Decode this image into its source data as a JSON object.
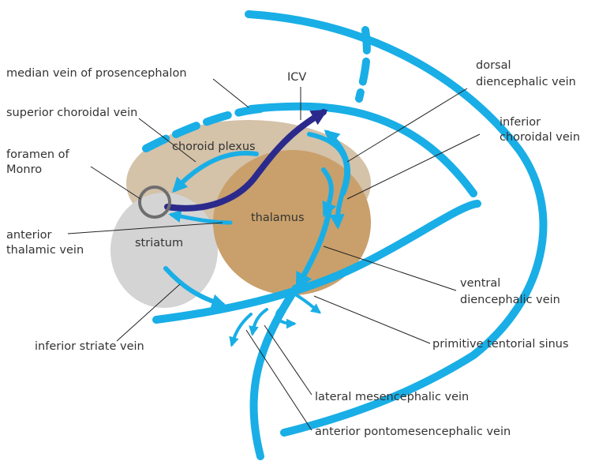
{
  "diagram": {
    "structures": {
      "choroid_plexus": "choroid plexus",
      "thalamus": "thalamus",
      "striatum": "striatum",
      "icv": "ICV"
    },
    "labels": {
      "median_vein": "median vein of prosencephalon",
      "superior_choroidal": "superior  choroidal vein",
      "foramen_line1": "foramen of",
      "foramen_line2": "Monro",
      "anterior_thalamic_line1": "anterior",
      "anterior_thalamic_line2": "thalamic vein",
      "inferior_striate": "inferior striate vein",
      "dorsal_line1": "dorsal",
      "dorsal_line2": "diencephalic  vein",
      "inferior_choroidal_line1": "inferior",
      "inferior_choroidal_line2": "choroidal vein",
      "ventral_line1": "ventral",
      "ventral_line2": "diencephalic vein",
      "tentorial": "primitive tentorial sinus",
      "lateral_mes": "lateral mesencephalic vein",
      "anterior_ponto": "anterior pontomesencephalic vein"
    },
    "colors": {
      "vein": "#19aee6",
      "vein_dashed": "#8fd3f0",
      "icv": "#2b2a8c",
      "choroid": "#c9b393",
      "thalamus": "#c9a06b",
      "striatum": "#d4d4d4",
      "foramen_ring": "#6e6e6e"
    }
  }
}
